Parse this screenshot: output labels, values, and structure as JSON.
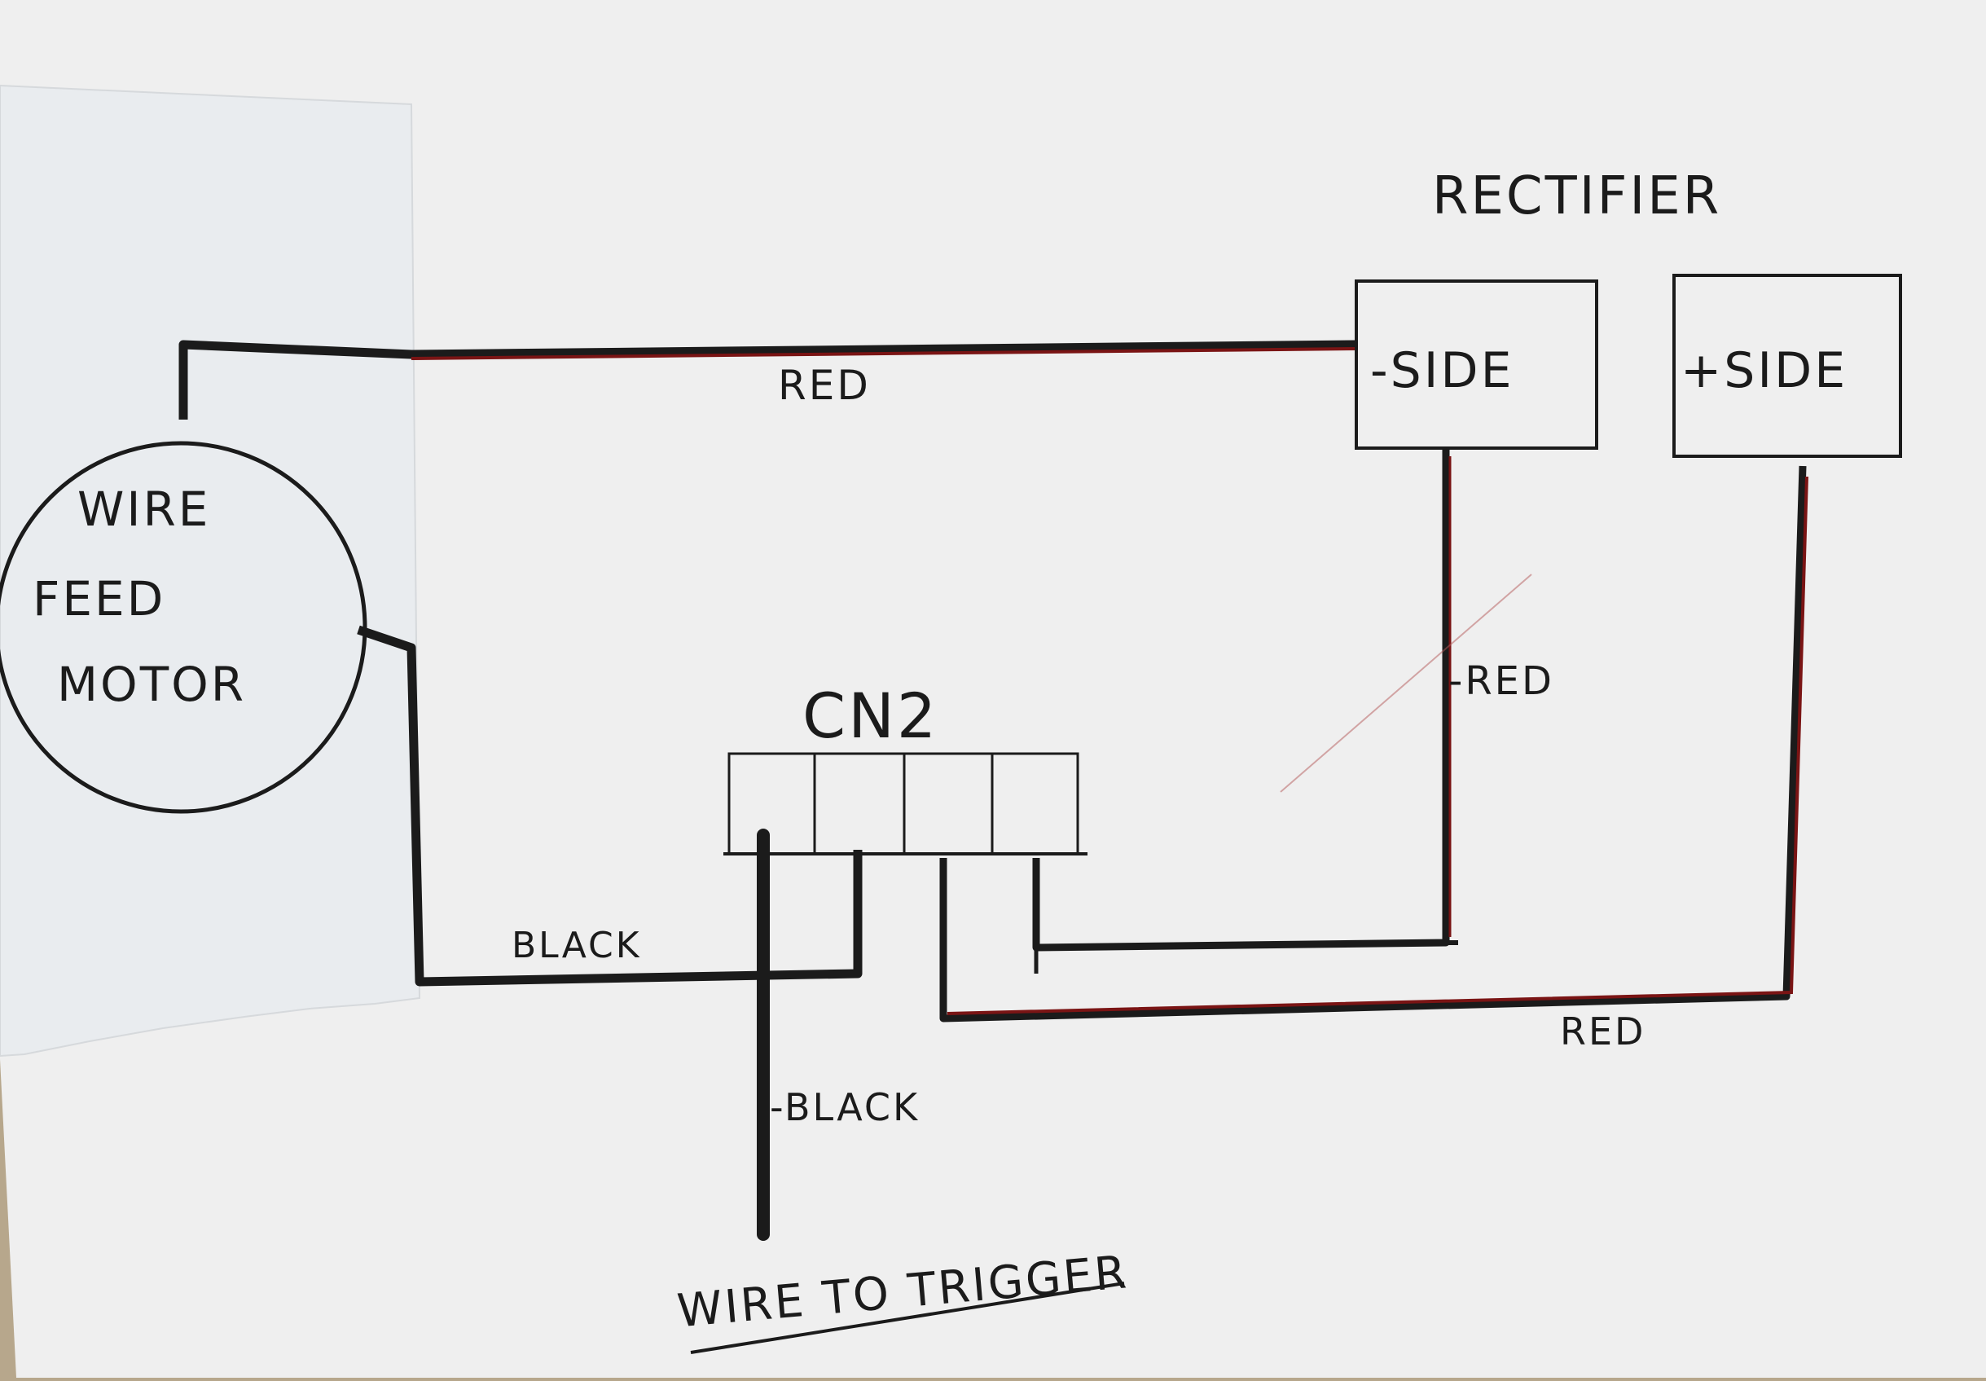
{
  "diagram": {
    "motor": {
      "line1": "WIRE",
      "line2": "FEED",
      "line3": "MOTOR"
    },
    "rectifier": {
      "title": "RECTIFIER",
      "negative_label": "-SIDE",
      "positive_label": "+SIDE"
    },
    "connector": {
      "label": "CN2"
    },
    "wire_labels": {
      "top_red": "RED",
      "right_red": "-RED",
      "bottom_red": "RED",
      "motor_black": "BLACK",
      "trigger_black": "-BLACK"
    },
    "trigger_label": "WIRE TO TRIGGER",
    "colors": {
      "paper": "#efefef",
      "torn_paper": "#e8ebee",
      "ink": "#1b1b1b",
      "red_wire": "#7a1414",
      "background": "#b7a78c"
    }
  }
}
